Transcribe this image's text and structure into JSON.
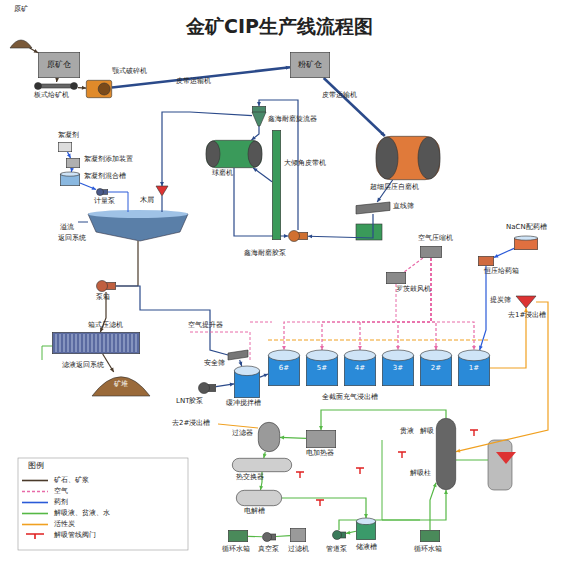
{
  "diagram": {
    "title": "金矿CIP生产线流程图",
    "nodes": [
      {
        "text": [
          "原矿"
        ]
      },
      {
        "text": [
          "原矿仓"
        ]
      },
      {
        "text": [
          "板式给矿机"
        ]
      },
      {
        "text": [
          "颚式破碎机"
        ]
      },
      {
        "text": [
          "粉矿仓"
        ]
      },
      {
        "text": [
          "鑫海耐磨旋流器"
        ]
      },
      {
        "text": [
          "球磨机"
        ]
      },
      {
        "text": [
          "大倾角皮带机"
        ]
      },
      {
        "text": [
          "超细层压自磨机"
        ]
      },
      {
        "text": [
          "直线筛"
        ]
      },
      {
        "text": [
          "鑫海耐磨胶泵"
        ]
      },
      {
        "text": [
          "絮凝剂"
        ]
      },
      {
        "text": [
          "絮凝剂添加装置"
        ]
      },
      {
        "text": [
          "絮凝剂混合槽"
        ]
      },
      {
        "text": [
          "计量泵"
        ]
      },
      {
        "text": [
          "木屑"
        ]
      },
      {
        "text": [
          "泵箱"
        ]
      },
      {
        "text": [
          "箱式压滤机"
        ]
      },
      {
        "text": [
          "矿堆"
        ]
      },
      {
        "text": [
          "安全筛"
        ]
      },
      {
        "text": [
          "LNT胶泵"
        ]
      },
      {
        "text": [
          "缓冲搅拌槽"
        ]
      },
      {
        "text": [
          "6#"
        ]
      },
      {
        "text": [
          "5#"
        ]
      },
      {
        "text": [
          "4#"
        ]
      },
      {
        "text": [
          "3#"
        ]
      },
      {
        "text": [
          "2#"
        ]
      },
      {
        "text": [
          "1#"
        ]
      },
      {
        "text": [
          "空气压缩机"
        ]
      },
      {
        "text": [
          "罗茨鼓风机"
        ]
      },
      {
        "text": [
          "NaCN配药槽"
        ]
      },
      {
        "text": [
          "恒压给药箱"
        ]
      },
      {
        "text": [
          "提炭筛"
        ]
      },
      {
        "text": [
          "过滤器"
        ]
      },
      {
        "text": [
          "热交换器"
        ]
      },
      {
        "text": [
          "电加热器"
        ]
      },
      {
        "text": [
          "电解槽"
        ]
      },
      {
        "text": [
          "解吸柱"
        ]
      },
      {
        "text": [
          "储液槽"
        ]
      },
      {
        "text": [
          "循环水箱"
        ]
      },
      {
        "text": [
          "真空泵"
        ]
      },
      {
        "text": [
          "过滤机"
        ]
      },
      {
        "text": [
          "管道泵"
        ]
      },
      {
        "text": [
          "循环水箱"
        ]
      }
    ],
    "edges": [
      {
        "from": 0,
        "to": 1,
        "arrow": "to"
      },
      {
        "from": 1,
        "to": 2,
        "arrow": "to"
      },
      {
        "from": 2,
        "to": 3,
        "arrow": "to"
      },
      {
        "from": 3,
        "to": 4,
        "label": "皮带运输机",
        "arrow": "to"
      },
      {
        "from": 4,
        "to": 8,
        "label": "皮带运输机",
        "arrow": "to"
      },
      {
        "from": 8,
        "to": 9,
        "arrow": "to"
      },
      {
        "from": 9,
        "to": 10,
        "arrow": "to"
      },
      {
        "from": 10,
        "to": 5,
        "arrow": "to"
      },
      {
        "from": 5,
        "to": 6,
        "arrow": "to"
      },
      {
        "from": 6,
        "to": 10,
        "arrow": "to"
      },
      {
        "from": 7,
        "to": 6,
        "arrow": "to"
      },
      {
        "from": 5,
        "to": 15,
        "arrow": "to"
      },
      {
        "from": 11,
        "to": 12,
        "arrow": "to"
      },
      {
        "from": 12,
        "to": 13,
        "arrow": "to"
      },
      {
        "from": 13,
        "to": 14,
        "arrow": "to"
      },
      {
        "from": 16,
        "to": 17,
        "arrow": "to"
      },
      {
        "from": 17,
        "to": 18,
        "arrow": "to"
      },
      {
        "from": 19,
        "to": 21,
        "arrow": "to"
      },
      {
        "from": 20,
        "to": 21,
        "arrow": "to"
      },
      {
        "from": 21,
        "to": 22,
        "arrow": "to"
      },
      {
        "from": 28,
        "to": 22,
        "arrow": "to"
      },
      {
        "from": 28,
        "to": 23,
        "arrow": "to"
      },
      {
        "from": 28,
        "to": 24,
        "arrow": "to"
      },
      {
        "from": 28,
        "to": 25,
        "arrow": "to"
      },
      {
        "from": 28,
        "to": 26,
        "arrow": "to"
      },
      {
        "from": 28,
        "to": 27,
        "arrow": "to"
      },
      {
        "from": 28,
        "to": 29,
        "arrow": "none"
      },
      {
        "from": 30,
        "to": 31,
        "arrow": "to"
      },
      {
        "from": 31,
        "to": 27,
        "arrow": "to"
      },
      {
        "from": 27,
        "to": 32,
        "arrow": "to"
      },
      {
        "from": 32,
        "to": 37,
        "arrow": "to"
      },
      {
        "from": 37,
        "to": 35,
        "arrow": "to"
      },
      {
        "from": 35,
        "to": 33,
        "arrow": "to"
      },
      {
        "from": 33,
        "to": 34,
        "arrow": "to"
      },
      {
        "from": 34,
        "to": 36,
        "arrow": "to"
      },
      {
        "from": 36,
        "to": 38,
        "arrow": "to"
      },
      {
        "from": 38,
        "to": 42,
        "arrow": "to"
      },
      {
        "from": 42,
        "to": 37,
        "arrow": "to"
      },
      {
        "from": 39,
        "to": 40,
        "arrow": "none"
      },
      {
        "from": 40,
        "to": 41,
        "arrow": "none"
      },
      {
        "from": 43,
        "to": 37,
        "arrow": "to"
      }
    ],
    "labels": [
      "溢流",
      "返回系统",
      "滤液返回系统",
      "全截面充气浸出槽",
      "空气提升器",
      "去1#浸出槽",
      "去2#浸出槽",
      "贵液",
      "解吸",
      "图例"
    ],
    "legend": [
      {
        "text": "矿石、矿浆"
      },
      {
        "text": "空气"
      },
      {
        "text": "药剂"
      },
      {
        "text": "解吸液、贫液、水"
      },
      {
        "text": "活性炭"
      },
      {
        "text": "解吸管线阀门"
      }
    ]
  }
}
